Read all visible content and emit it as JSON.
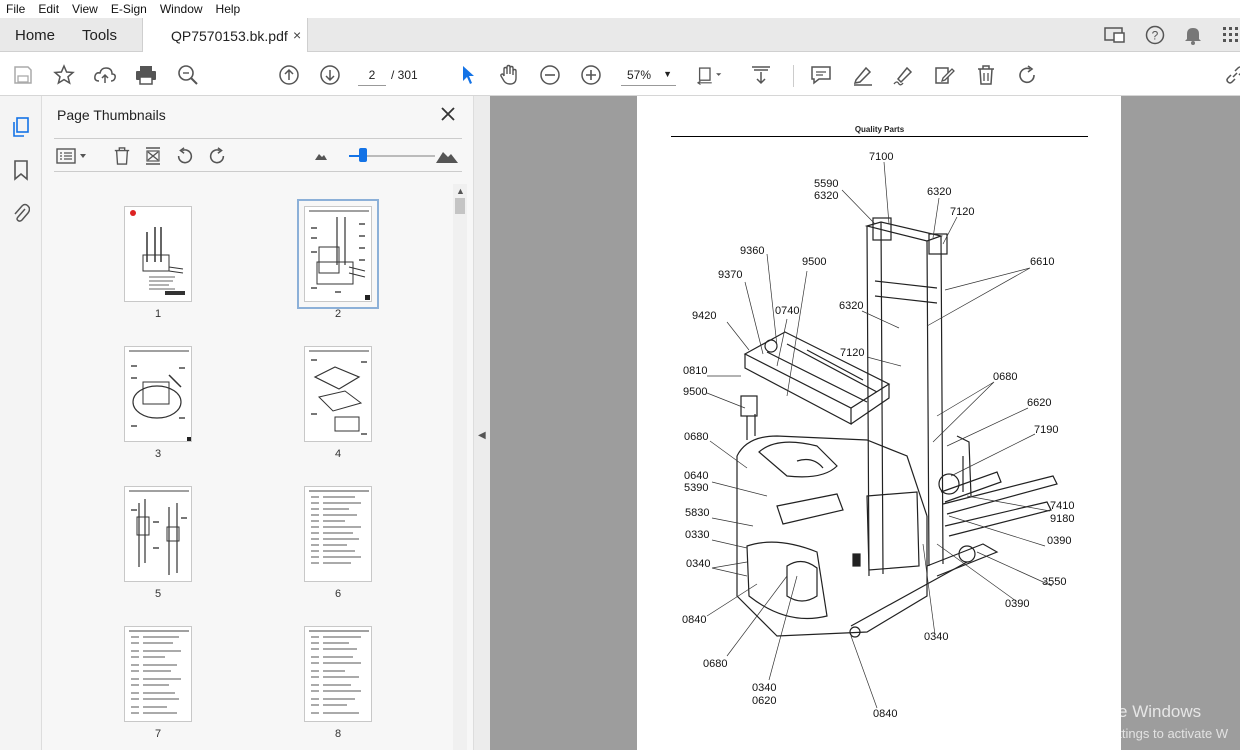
{
  "menu": [
    "File",
    "Edit",
    "View",
    "E-Sign",
    "Window",
    "Help"
  ],
  "tabs": {
    "home": "Home",
    "tools": "Tools",
    "document": "QP7570153.bk.pdf",
    "close": "×"
  },
  "toolbar": {
    "current_page": "2",
    "total_pages": "/ 301",
    "zoom": "57%"
  },
  "panel": {
    "title": "Page Thumbnails",
    "thumbnails": [
      "1",
      "2",
      "3",
      "4",
      "5",
      "6",
      "7",
      "8"
    ],
    "selected": "2"
  },
  "page": {
    "header": "Quality Parts",
    "callouts": [
      "7100",
      "5590",
      "6320",
      "6320",
      "7120",
      "9360",
      "9500",
      "6610",
      "9370",
      "0740",
      "6320",
      "9420",
      "7120",
      "0810",
      "0680",
      "9500",
      "6620",
      "7190",
      "0680",
      "0640",
      "5390",
      "7410",
      "9180",
      "5830",
      "0390",
      "0330",
      "0340",
      "3550",
      "0390",
      "0840",
      "0340",
      "0680",
      "0340",
      "0620",
      "0840"
    ]
  },
  "watermark": {
    "line1": "Activate Windows",
    "line2": "Go to Settings to activate W"
  },
  "colors": {
    "accent": "#1473e6",
    "doc_background": "#9d9d9d"
  }
}
